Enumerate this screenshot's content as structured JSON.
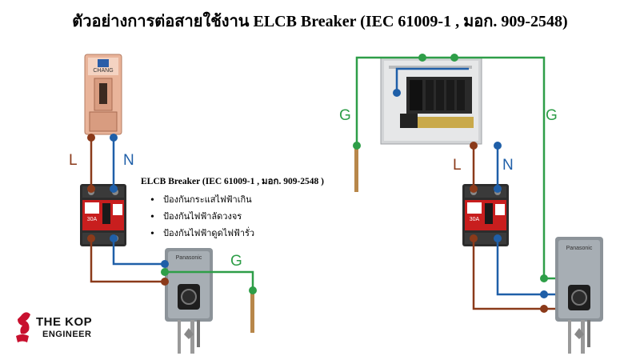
{
  "title": "ตัวอย่างการต่อสายใช้งาน ELCB Breaker (IEC 61009-1 , มอก. 909-2548)",
  "labels": {
    "left_L": "L",
    "left_N": "N",
    "left_G": "G",
    "right_G_left": "G",
    "right_G_right": "G",
    "right_L": "L",
    "right_N": "N"
  },
  "info": {
    "heading": "ELCB Breaker (IEC 61009-1 , มอก. 909-2548 )",
    "bullets": [
      "ป้องกันกระแสไฟฟ้าเกิน",
      "ป้องกันไฟฟ้าลัดวงจร",
      "ป้องกันไฟฟ้าดูดไฟฟ้ารั่ว"
    ]
  },
  "logo": {
    "name": "THE KOP",
    "subtitle": "ENGINEER"
  },
  "devices": {
    "switch_brand": "CHANG",
    "breaker_rating": "30A",
    "heater_brand": "Panasonic"
  },
  "colors": {
    "live": "#8B3A1A",
    "neutral": "#1F5FA8",
    "ground": "#2E9E48",
    "logo_red": "#C8102E"
  }
}
